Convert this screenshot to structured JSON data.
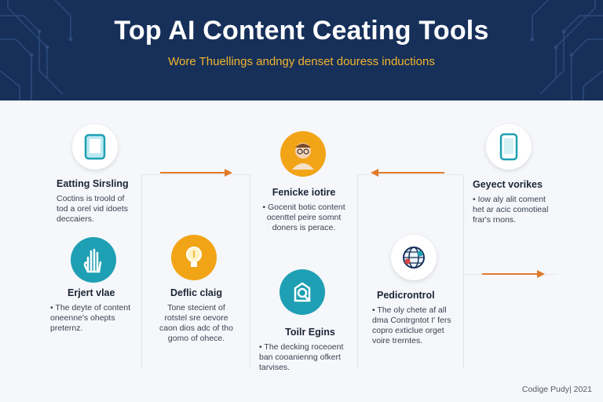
{
  "header": {
    "title": "Top AI Content Ceating Tools",
    "subtitle": "Wore Thuellings andngy denset douress inductions"
  },
  "cards": {
    "c1": {
      "title": "Eatting Sirsling",
      "lines": [
        "Coctins is troold of",
        "tod a orel vid idoets",
        "deccaiers."
      ],
      "icon": "tablet-icon"
    },
    "c2": {
      "title": "Fenicke iotire",
      "lines": [
        "• Gocenit botic content",
        "ocenttel peire somnt",
        "doners is perace."
      ],
      "icon": "avatar-icon"
    },
    "c3": {
      "title": "Geyect vorikes",
      "lines": [
        "• Iow aly alit coment",
        "het ar acic comotieal",
        "frar's rnons."
      ],
      "icon": "smartphone-icon"
    },
    "c4": {
      "title": "Erjert vlae",
      "lines": [
        "• The deyte of content",
        "oneenne's ohepts",
        "preternz."
      ],
      "icon": "hand-icon"
    },
    "c5": {
      "title": "Deflic claig",
      "lines": [
        "Tone stecient of",
        "rotstel sre oevore",
        "caon dios adc of tho",
        "gomo of ohece."
      ],
      "icon": "lightbulb-icon"
    },
    "c6": {
      "title": "Toilr Egins",
      "lines": [
        "• The decking roceoent",
        "ban cooanienng ofkert",
        "tarvises."
      ],
      "icon": "search-doc-icon"
    },
    "c7": {
      "title": "Pedicrontrol",
      "lines": [
        "• The oly chete af all",
        "dma Contrgntot I' fers",
        "copro exticlue orget",
        "voire trerntes."
      ],
      "icon": "globe-icon"
    }
  },
  "footer": {
    "text": "Codige Pudy| 2021"
  },
  "colors": {
    "header_bg": "#16305a",
    "accent": "#f2b52b",
    "arrow": "#e07a2a",
    "teal": "#1f9fb3",
    "orange": "#f2a417"
  }
}
